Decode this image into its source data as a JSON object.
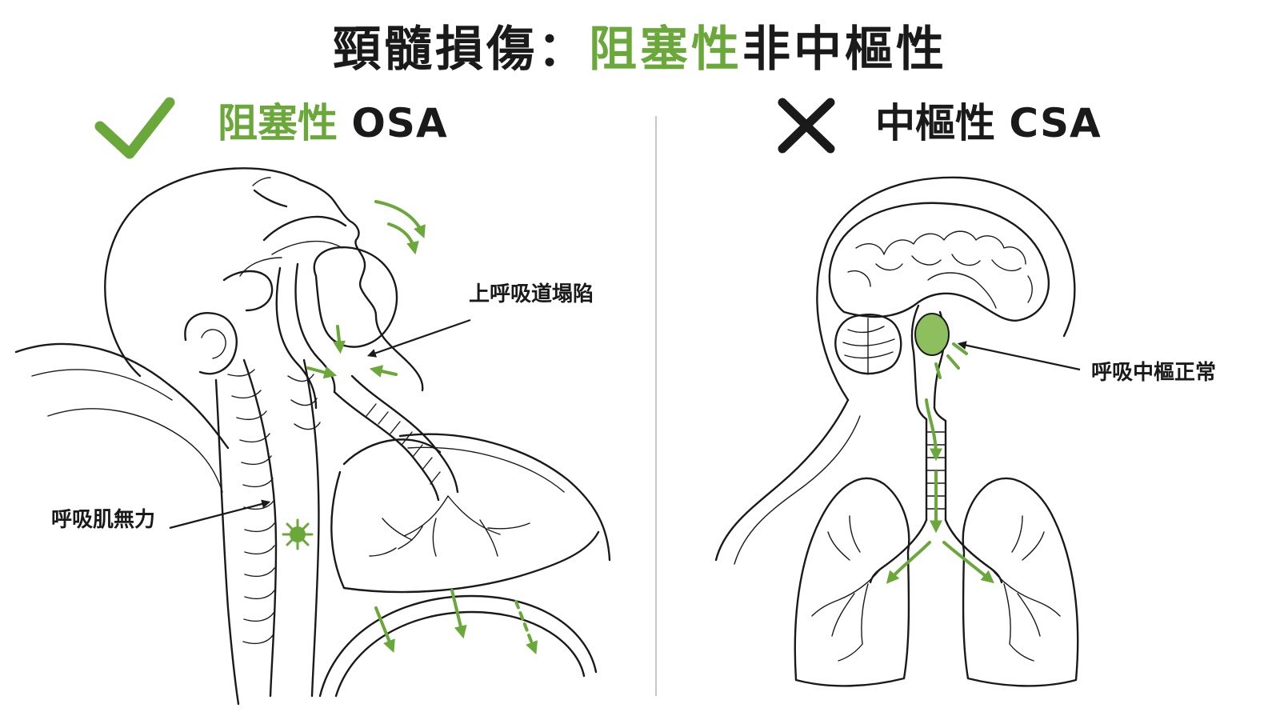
{
  "title": {
    "prefix": "頸髓損傷：",
    "highlight": "阻塞性",
    "suffix": "非中樞性"
  },
  "left_panel": {
    "heading_cn": "阻塞性",
    "heading_en": "OSA",
    "status_icon": "check-icon",
    "labels": {
      "airway_collapse": "上呼吸道塌陷",
      "muscle_weakness": "呼吸肌無力"
    }
  },
  "right_panel": {
    "heading_cn": "中樞性",
    "heading_en": "CSA",
    "status_icon": "cross-icon",
    "labels": {
      "center_normal": "呼吸中樞正常"
    }
  },
  "colors": {
    "accent": "#6aa83a",
    "ink": "#1a1a1a"
  }
}
